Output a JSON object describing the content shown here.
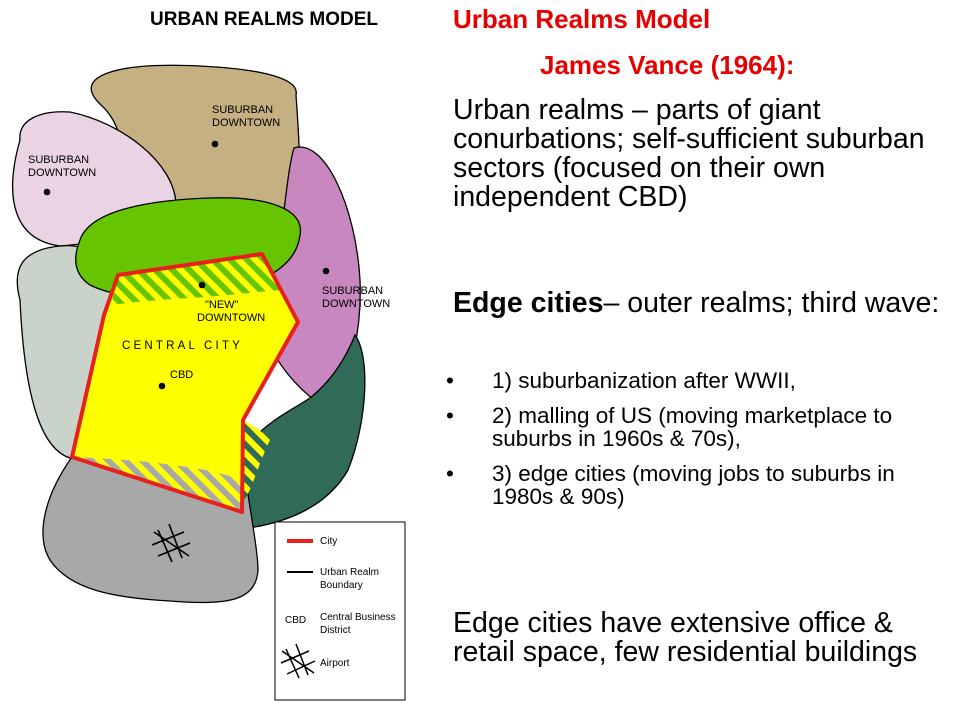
{
  "diagram": {
    "title": "URBAN REALMS MODEL",
    "labels": {
      "suburban_downtown_top": [
        "SUBURBAN",
        "DOWNTOWN"
      ],
      "suburban_downtown_left": [
        "SUBURBAN",
        "DOWNTOWN"
      ],
      "suburban_downtown_right": [
        "SUBURBAN",
        "DOWNTOWN"
      ],
      "new_downtown": [
        "\"NEW\"",
        "DOWNTOWN"
      ],
      "central_city": "CENTRAL CITY",
      "cbd": "CBD"
    },
    "legend": {
      "city": "City",
      "boundary": [
        "Urban Realm",
        "Boundary"
      ],
      "cbd_abbr": "CBD",
      "cbd_desc": [
        "Central Business",
        "District"
      ],
      "airport": "Airport"
    },
    "colors": {
      "realm_tan": "#c4b080",
      "realm_pink": "#ead3e3",
      "realm_magenta": "#c887bf",
      "realm_gray_green": "#c9d3c9",
      "realm_dark_green": "#2f6b58",
      "realm_gray": "#a8a8a8",
      "realm_green": "#66c400",
      "central_city_yellow": "#ffff00",
      "city_border_red": "#e8201c"
    }
  },
  "text": {
    "title": "Urban Realms Model",
    "author": "James Vance (1964):",
    "para1": "Urban realms – parts of giant conurbations; self-sufficient suburban sectors (focused on their own independent CBD)",
    "para2_bold": "Edge cities",
    "para2_rest": "– outer realms; third wave:",
    "bullets": [
      "1) suburbanization after WWII,",
      "2) malling of US (moving marketplace to suburbs in 1960s & 70s),",
      "3) edge cities (moving jobs to suburbs in 1980s & 90s)"
    ],
    "bullet_char": "•",
    "para3": "Edge cities have extensive office & retail space, few residential buildings"
  }
}
